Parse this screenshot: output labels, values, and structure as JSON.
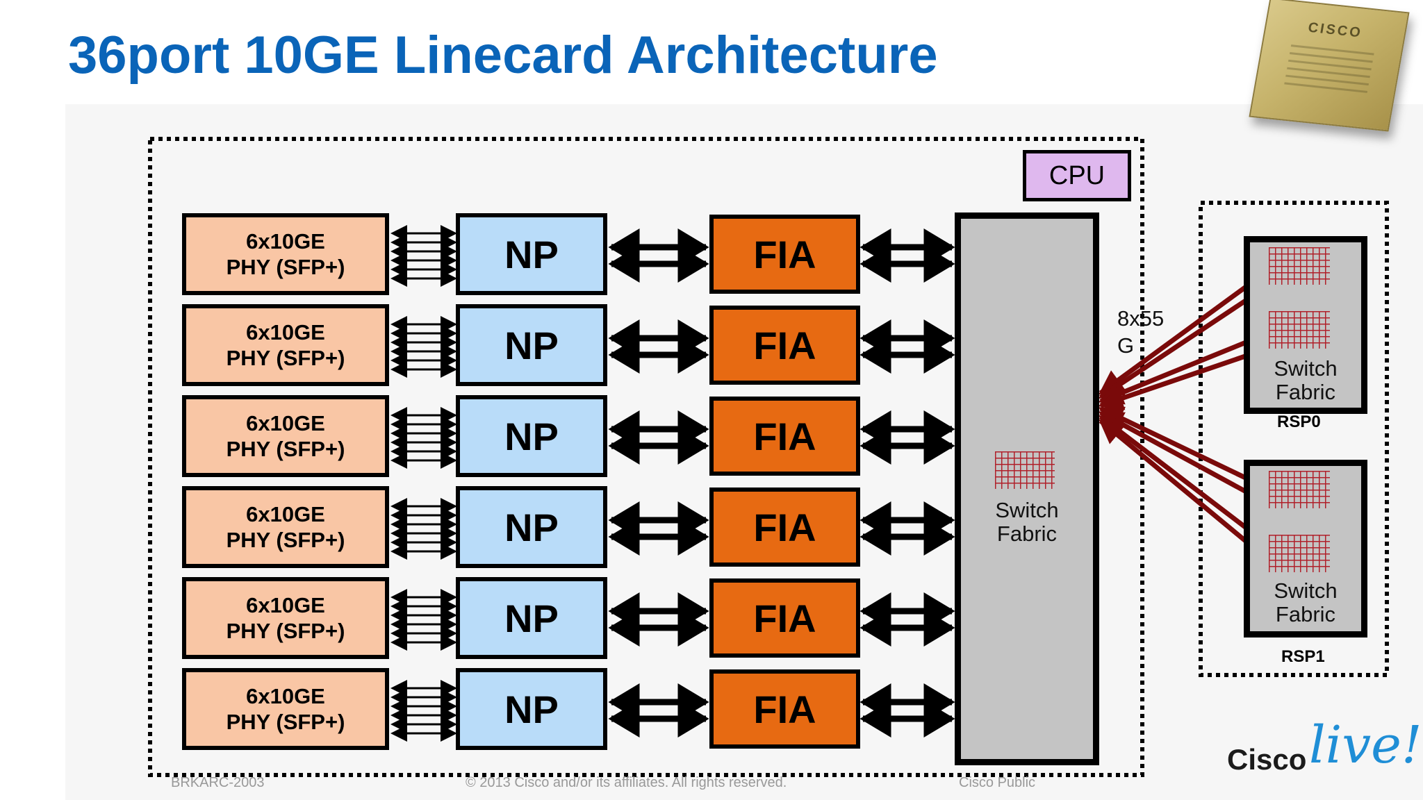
{
  "slide": {
    "title": "36port 10GE Linecard Architecture"
  },
  "blocks": {
    "phy_labels": [
      "6x10GE\nPHY (SFP+)",
      "6x10GE\nPHY (SFP+)",
      "6x10GE\nPHY (SFP+)",
      "6x10GE\nPHY (SFP+)",
      "6x10GE\nPHY (SFP+)",
      "6x10GE\nPHY (SFP+)"
    ],
    "np_labels": [
      "NP",
      "NP",
      "NP",
      "NP",
      "NP",
      "NP"
    ],
    "fia_labels": [
      "FIA",
      "FIA",
      "FIA",
      "FIA",
      "FIA",
      "FIA"
    ],
    "cpu_label": "CPU",
    "switch_fabric_label": "Switch\nFabric",
    "link_label": "8x55\nG"
  },
  "rsp": {
    "rsp0": {
      "label": "RSP0",
      "fabric_label": "Switch\nFabric"
    },
    "rsp1": {
      "label": "RSP1",
      "fabric_label": "Switch\nFabric"
    }
  },
  "colors": {
    "title": "#0a64b8",
    "phy": "#f9c6a5",
    "np": "#b9dcf9",
    "fia": "#e76a12",
    "cpu": "#dfb8ee",
    "switch_fabric": "#c4c4c4",
    "fabric_links": "#7a0a0a",
    "fabric_grid": "#b0202a"
  },
  "chip": {
    "logo": "CISCO"
  },
  "footer": {
    "session": "BRKARC-2003",
    "copyright": "© 2013 Cisco and/or its affiliates. All rights reserved.",
    "classification": "Cisco Public"
  },
  "brand": {
    "cisco": "Cisco",
    "live": "live!"
  }
}
